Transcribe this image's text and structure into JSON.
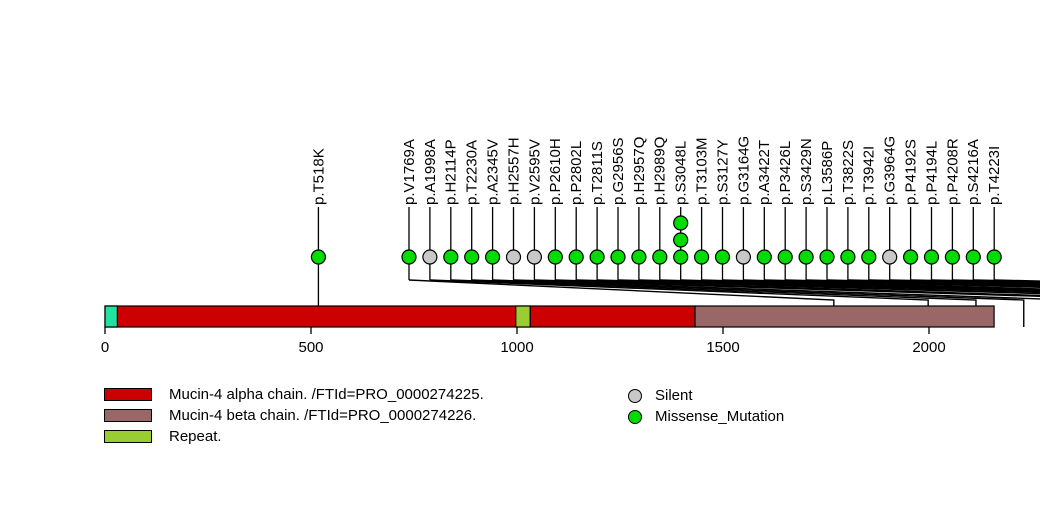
{
  "chart_data": {
    "type": "lollipop",
    "title": "",
    "axis": {
      "ticks": [
        0,
        500,
        1000,
        1500,
        2000
      ],
      "xmin": 0,
      "xmax": 2158
    },
    "mutation_types": {
      "Silent": {
        "color": "#c8c8c8"
      },
      "Missense_Mutation": {
        "color": "#00dc00"
      }
    },
    "mutations": [
      {
        "label": "p.T518K",
        "position": 518,
        "type": "Missense_Mutation",
        "count": 1
      },
      {
        "label": "p.V1769A",
        "position": 1769,
        "type": "Missense_Mutation",
        "count": 1
      },
      {
        "label": "p.A1998A",
        "position": 1998,
        "type": "Silent",
        "count": 1
      },
      {
        "label": "p.H2114P",
        "position": 2114,
        "type": "Missense_Mutation",
        "count": 1
      },
      {
        "label": "p.T2230A",
        "position": 2230,
        "type": "Missense_Mutation",
        "count": 1
      },
      {
        "label": "p.A2345V",
        "position": 2345,
        "type": "Missense_Mutation",
        "count": 1
      },
      {
        "label": "p.H2557H",
        "position": 2557,
        "type": "Silent",
        "count": 1
      },
      {
        "label": "p.V2595V",
        "position": 2595,
        "type": "Silent",
        "count": 1
      },
      {
        "label": "p.P2610H",
        "position": 2610,
        "type": "Missense_Mutation",
        "count": 1
      },
      {
        "label": "p.P2802L",
        "position": 2802,
        "type": "Missense_Mutation",
        "count": 1
      },
      {
        "label": "p.T2811S",
        "position": 2811,
        "type": "Missense_Mutation",
        "count": 1
      },
      {
        "label": "p.G2956S",
        "position": 2956,
        "type": "Missense_Mutation",
        "count": 1
      },
      {
        "label": "p.H2957Q",
        "position": 2957,
        "type": "Missense_Mutation",
        "count": 1
      },
      {
        "label": "p.H2989Q",
        "position": 2989,
        "type": "Missense_Mutation",
        "count": 1
      },
      {
        "label": "p.S3048L",
        "position": 3048,
        "type": "Missense_Mutation",
        "count": 3
      },
      {
        "label": "p.T3103M",
        "position": 3103,
        "type": "Missense_Mutation",
        "count": 1
      },
      {
        "label": "p.S3127Y",
        "position": 3127,
        "type": "Missense_Mutation",
        "count": 1
      },
      {
        "label": "p.G3164G",
        "position": 3164,
        "type": "Silent",
        "count": 1
      },
      {
        "label": "p.A3422T",
        "position": 3422,
        "type": "Missense_Mutation",
        "count": 1
      },
      {
        "label": "p.P3426L",
        "position": 3426,
        "type": "Missense_Mutation",
        "count": 1
      },
      {
        "label": "p.S3429N",
        "position": 3429,
        "type": "Missense_Mutation",
        "count": 1
      },
      {
        "label": "p.L3586P",
        "position": 3586,
        "type": "Missense_Mutation",
        "count": 1
      },
      {
        "label": "p.T3822S",
        "position": 3822,
        "type": "Missense_Mutation",
        "count": 1
      },
      {
        "label": "p.T3942I",
        "position": 3942,
        "type": "Missense_Mutation",
        "count": 1
      },
      {
        "label": "p.G3964G",
        "position": 3964,
        "type": "Silent",
        "count": 1
      },
      {
        "label": "p.P4192S",
        "position": 4192,
        "type": "Missense_Mutation",
        "count": 1
      },
      {
        "label": "p.P4194L",
        "position": 4194,
        "type": "Missense_Mutation",
        "count": 1
      },
      {
        "label": "p.P4208R",
        "position": 4208,
        "type": "Missense_Mutation",
        "count": 1
      },
      {
        "label": "p.S4216A",
        "position": 4216,
        "type": "Missense_Mutation",
        "count": 1
      },
      {
        "label": "p.T4223I",
        "position": 4223,
        "type": "Missense_Mutation",
        "count": 1
      }
    ],
    "domains": [
      {
        "label": "Mucin-4 alpha chain. /FTId=PRO_0000274225.",
        "color": "#cc0000",
        "start": 0,
        "end": 1432
      },
      {
        "label": "Mucin-4 beta chain. /FTId=PRO_0000274226.",
        "color": "#9a6767",
        "start": 1432,
        "end": 2158
      },
      {
        "label": "",
        "color": "#21e2a0",
        "start": 0,
        "end": 30
      },
      {
        "label": "Repeat.",
        "color": "#9acd32",
        "start": 997,
        "end": 1032
      }
    ]
  },
  "legend": {
    "domains": [
      {
        "label": "Mucin-4 alpha chain. /FTId=PRO_0000274225.",
        "color": "#cc0000"
      },
      {
        "label": "Mucin-4 beta chain. /FTId=PRO_0000274226.",
        "color": "#9a6767"
      },
      {
        "label": "Repeat.",
        "color": "#9acd32"
      }
    ],
    "mutation_types": [
      {
        "label": "Silent",
        "color": "#c8c8c8"
      },
      {
        "label": "Missense_Mutation",
        "color": "#00dc00"
      }
    ]
  }
}
